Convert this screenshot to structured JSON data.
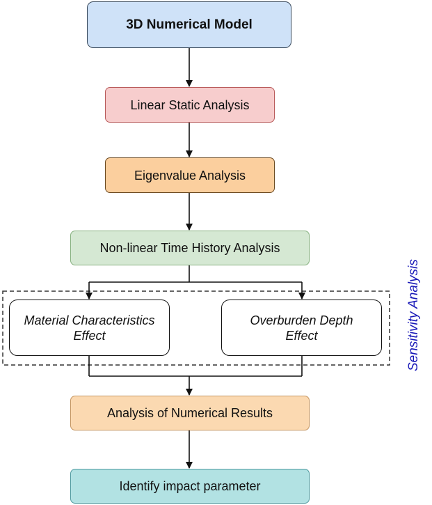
{
  "diagram": {
    "model": "3D Numerical Model",
    "linear": "Linear Static Analysis",
    "eigen": "Eigenvalue Analysis",
    "nonlinear": "Non-linear Time History Analysis",
    "material_line1": "Material Characteristics",
    "material_line2": "Effect",
    "overburden_line1": "Overburden Depth",
    "overburden_line2": "Effect",
    "results": "Analysis of Numerical Results",
    "identify": "Identify impact parameter",
    "sensitivity_line1": "Sensitivity",
    "sensitivity_line2": "Analysis"
  },
  "colors": {
    "model_fill": "#cfe2f8",
    "linear_fill": "#f7cdcd",
    "eigen_fill": "#fbcf9e",
    "nonlinear_fill": "#d5e8d3",
    "results_fill": "#fbd9b1",
    "identify_fill": "#b2e2e3",
    "sensitivity_text": "#1a1ab8"
  }
}
